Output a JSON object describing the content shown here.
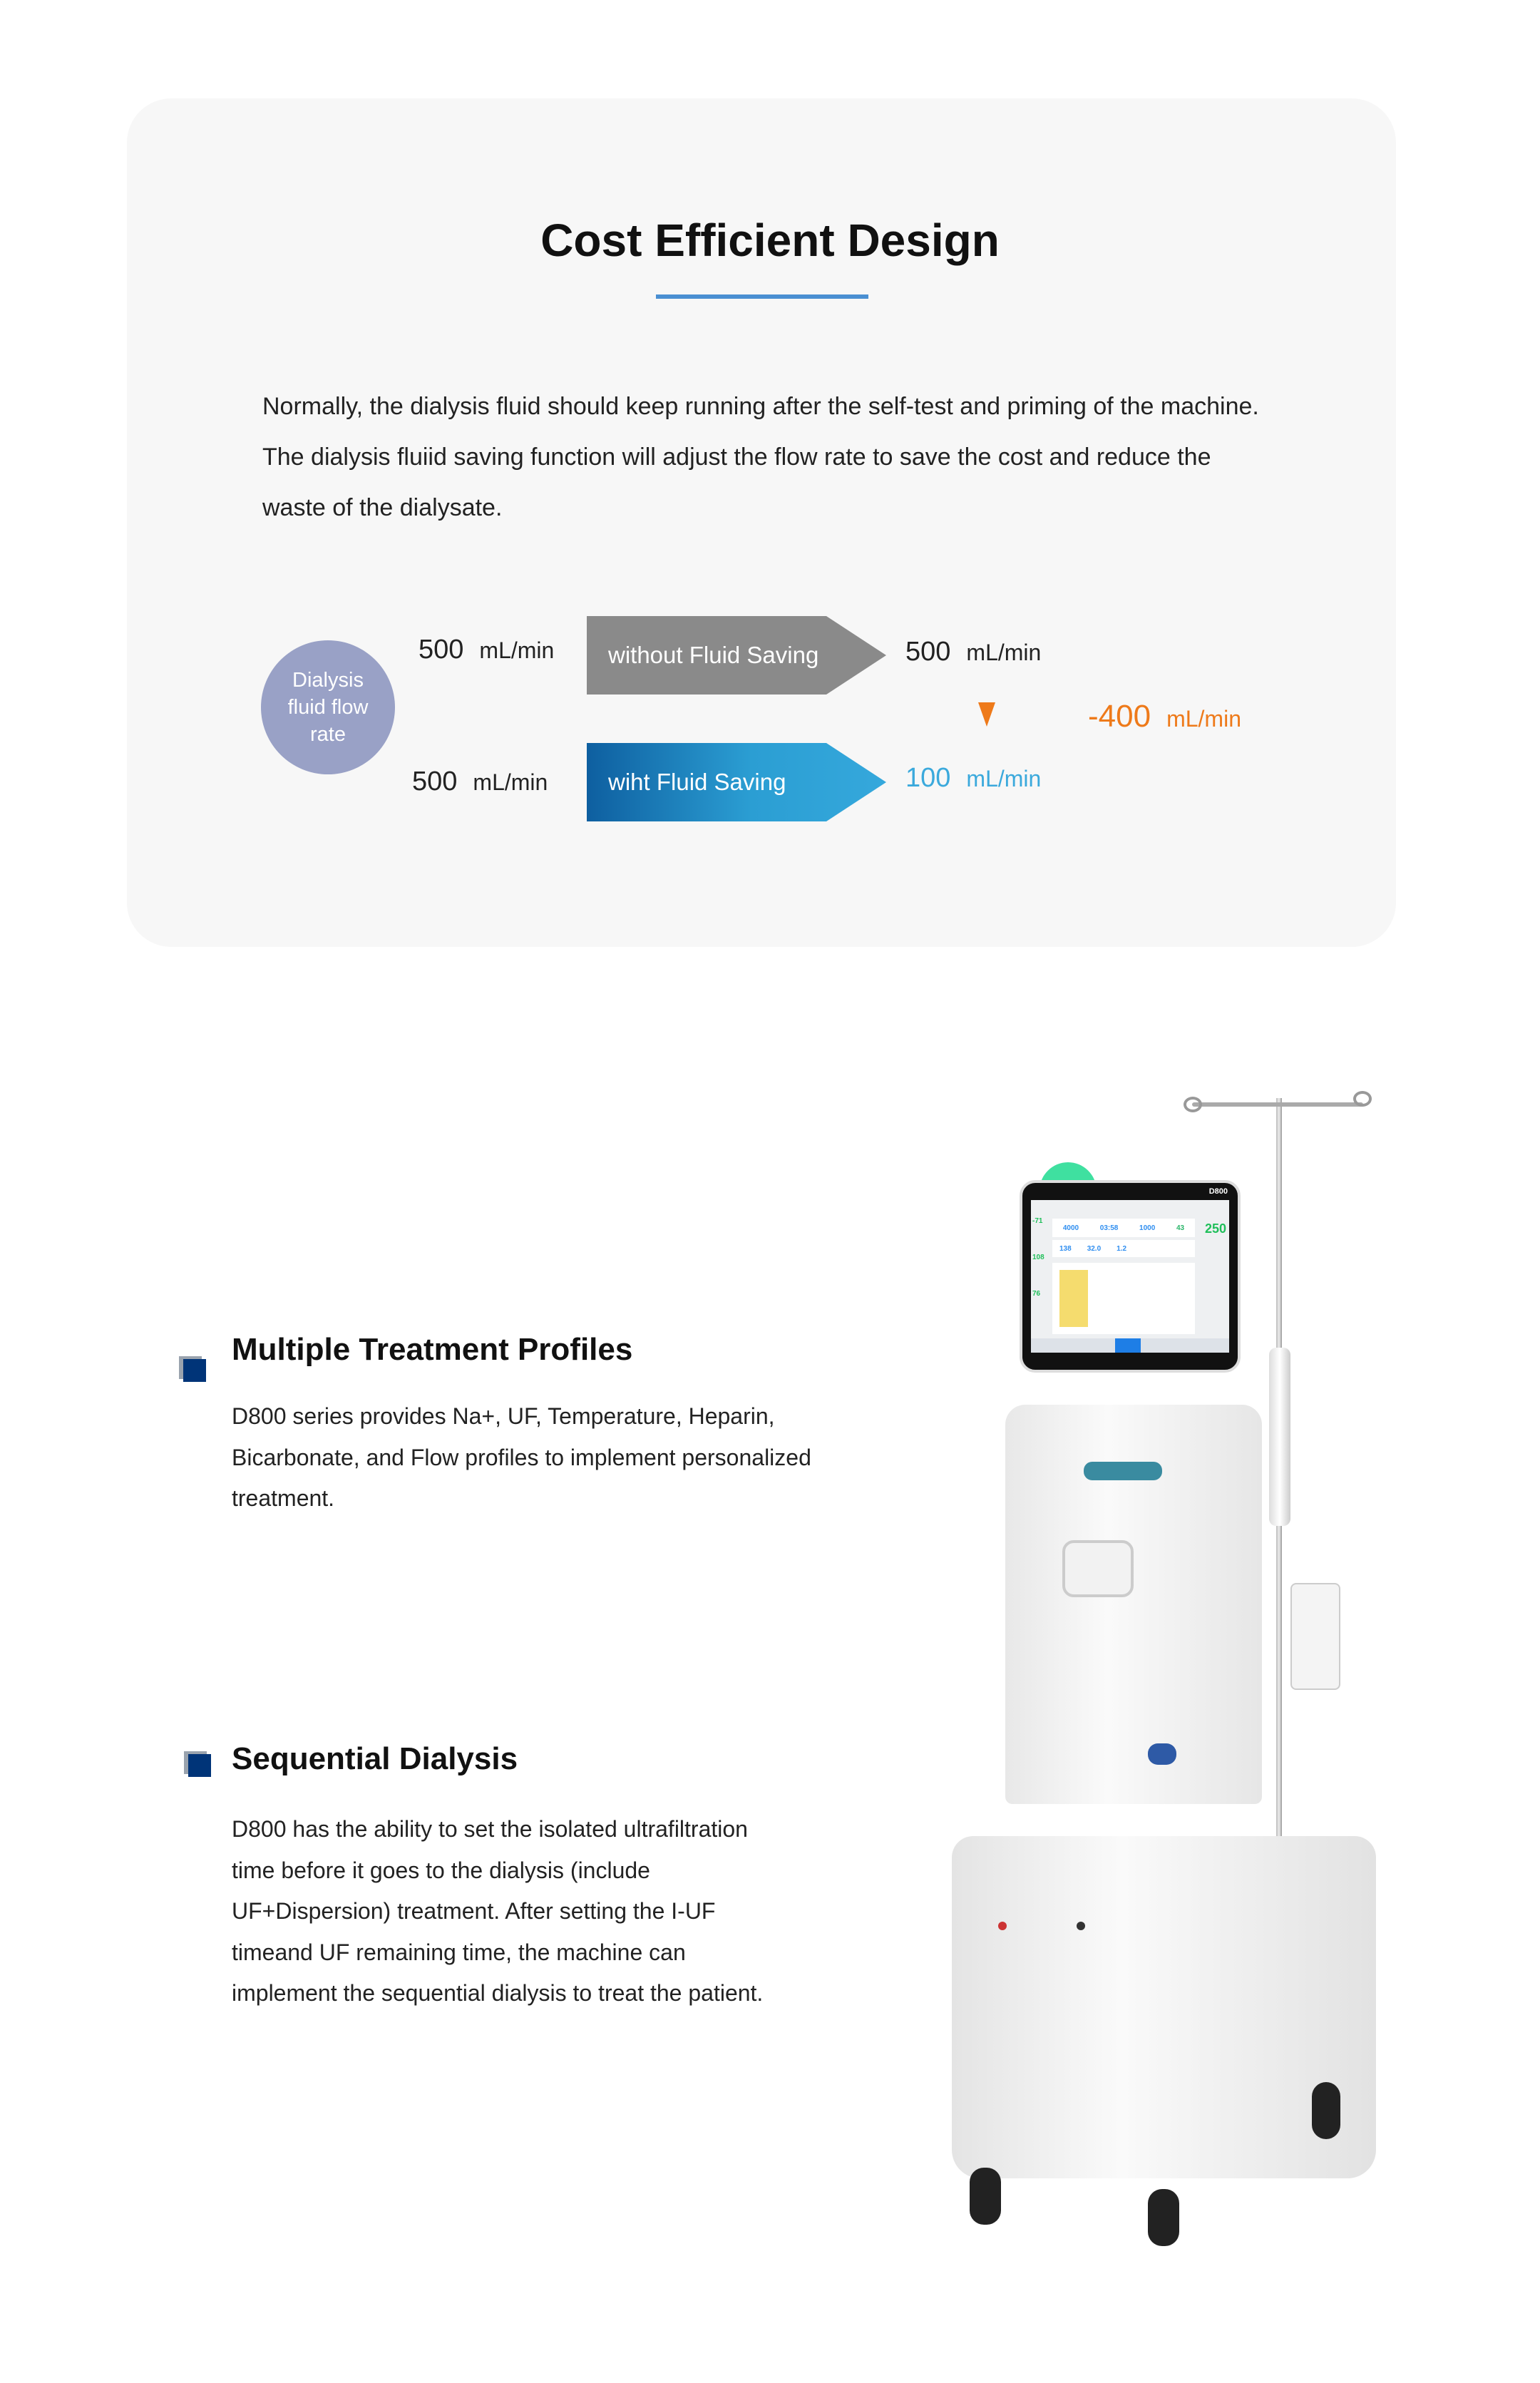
{
  "section1": {
    "title": "Cost Efficient Design",
    "paragraph": "Normally, the dialysis fluid should keep running after the self-test and priming of the machine. The dialysis fluiid saving function will adjust the flow rate to save the cost and reduce the waste of the dialysate.",
    "diagram": {
      "circle_label": "Dialysis fluid flow rate",
      "unit": "mL/min",
      "without": {
        "input": "500",
        "label": "without Fluid Saving",
        "output": "500"
      },
      "with": {
        "input": "500",
        "label": "wiht Fluid Saving",
        "output": "100"
      },
      "difference": "-400",
      "colors": {
        "gray": "#8a8a8a",
        "blue": "#2b9ed3",
        "orange": "#ee7a1a",
        "circle": "#99a1c6"
      }
    }
  },
  "features": [
    {
      "title": "Multiple Treatment Profiles",
      "text": "D800 series provides Na+, UF, Temperature, Heparin, Bicarbonate, and Flow profiles to implement personalized treatment."
    },
    {
      "title": "Sequential Dialysis",
      "text": "D800 has the ability to set the isolated ultrafiltration time before it goes to the dialysis (include UF+Dispersion) treatment. After setting the I-UF timeand UF remaining time, the machine can implement the sequential dialysis to treat the patient."
    }
  ],
  "machine": {
    "model": "D800",
    "screen": {
      "row1": [
        "4000",
        "03:58",
        "1000",
        "43"
      ],
      "row2": [
        "138",
        "32.0",
        "1.2"
      ],
      "blood_flow": "250",
      "side": [
        "-71",
        "108",
        "76"
      ]
    }
  }
}
